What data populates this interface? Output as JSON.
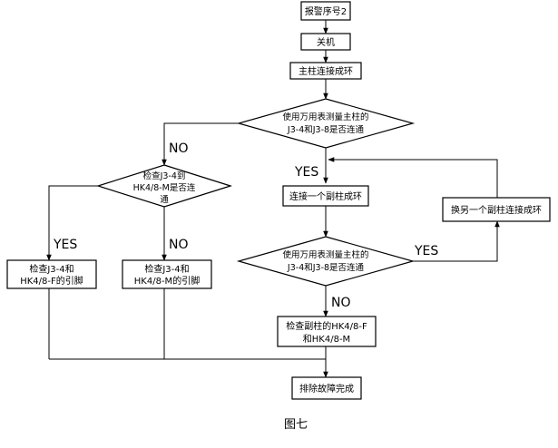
{
  "flowchart": {
    "nodes": {
      "alarm": "报警序号2",
      "power_off": "关机",
      "main_ring": "主柱连接成环",
      "measure_main": [
        "使用万用表测量主柱的",
        "J3-4和J3-8是否连通"
      ],
      "check_j34": [
        "检查J3-4到",
        "HK4/8-M是否连",
        "通"
      ],
      "connect_sub": "连接一个副柱成环",
      "swap_sub": "换另一个副柱连接成环",
      "measure_sub": [
        "使用万用表测量主柱的",
        "J3-4和J3-8是否连通"
      ],
      "pin_f": [
        "检查J3-4和",
        "HK4/8-F的引脚"
      ],
      "pin_m": [
        "检查J3-4和",
        "HK4/8-M的引脚"
      ],
      "check_sub": [
        "检查副柱的HK4/8-F",
        "和HK4/8-M"
      ],
      "done": "排除故障完成"
    },
    "edge_labels": {
      "main_no": "NO",
      "main_yes": "YES",
      "j34_yes": "YES",
      "j34_no": "NO",
      "sub_yes": "YES",
      "sub_no": "NO"
    }
  },
  "caption": "图七"
}
